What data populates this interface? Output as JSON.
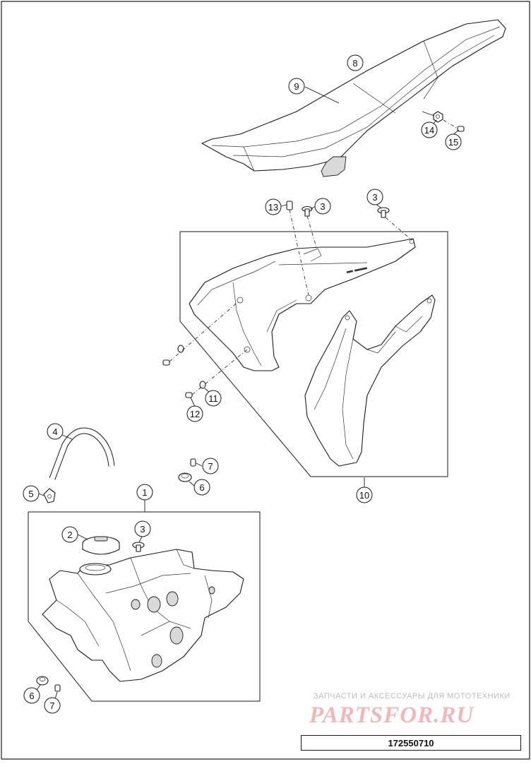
{
  "diagram": {
    "callouts": [
      {
        "id": "c8",
        "label": "8"
      },
      {
        "id": "c9",
        "label": "9"
      },
      {
        "id": "c14",
        "label": "14"
      },
      {
        "id": "c15",
        "label": "15"
      },
      {
        "id": "c13",
        "label": "13"
      },
      {
        "id": "c3a",
        "label": "3"
      },
      {
        "id": "c3b",
        "label": "3"
      },
      {
        "id": "c11",
        "label": "11"
      },
      {
        "id": "c12",
        "label": "12"
      },
      {
        "id": "c10",
        "label": "10"
      },
      {
        "id": "c4",
        "label": "4"
      },
      {
        "id": "c5",
        "label": "5"
      },
      {
        "id": "c7a",
        "label": "7"
      },
      {
        "id": "c6a",
        "label": "6"
      },
      {
        "id": "c1",
        "label": "1"
      },
      {
        "id": "c2",
        "label": "2"
      },
      {
        "id": "c3c",
        "label": "3"
      },
      {
        "id": "c6b",
        "label": "6"
      },
      {
        "id": "c7b",
        "label": "7"
      }
    ],
    "drawing_number": "172550710"
  },
  "watermark": {
    "tagline": "ЗАПЧАСТИ И АКСЕССУАРЫ ДЛЯ МОТОТЕХНИКИ",
    "logo": "PARTSFOR.RU"
  }
}
